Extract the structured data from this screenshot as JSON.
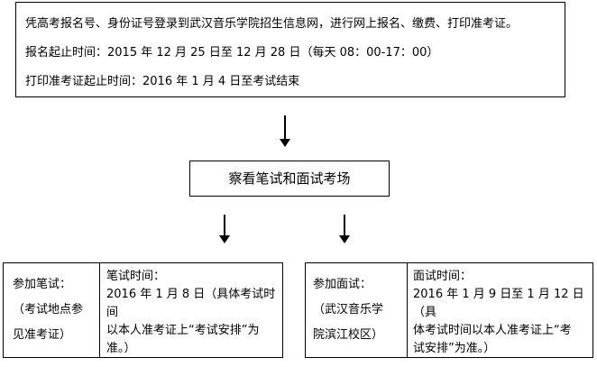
{
  "top_box": {
    "line1": "凭高考报名号、身份证号登录到武汉音乐学院招生信息网，进行网上报名、缴费、打印准考证。",
    "line2": "报名起止时间：2015 年 12 月 25 日至 12 月 28 日（每天 08：00-17：00）",
    "line3": "打印准考证起止时间：2016 年 1 月 4 日至考试结束"
  },
  "middle_box": {
    "title": "察看笔试和面试考场"
  },
  "left_box": {
    "label_lines": [
      "参加笔试：",
      "（考试地点参",
      "见准考证）"
    ],
    "detail_lines": [
      "笔试时间：",
      "2016 年 1 月 8 日（具体考试时间",
      "以本人准考证上“考试安排”为",
      "准。）"
    ]
  },
  "right_box": {
    "label_lines": [
      "参加面试：",
      "（武汉音乐学",
      "院滨江校区）"
    ],
    "detail_lines": [
      "面试时间：",
      "2016 年 1 月 9 日至 1 月 12 日（具",
      "体考试时间以本人准考证上“考",
      "试安排”为准。）"
    ]
  }
}
